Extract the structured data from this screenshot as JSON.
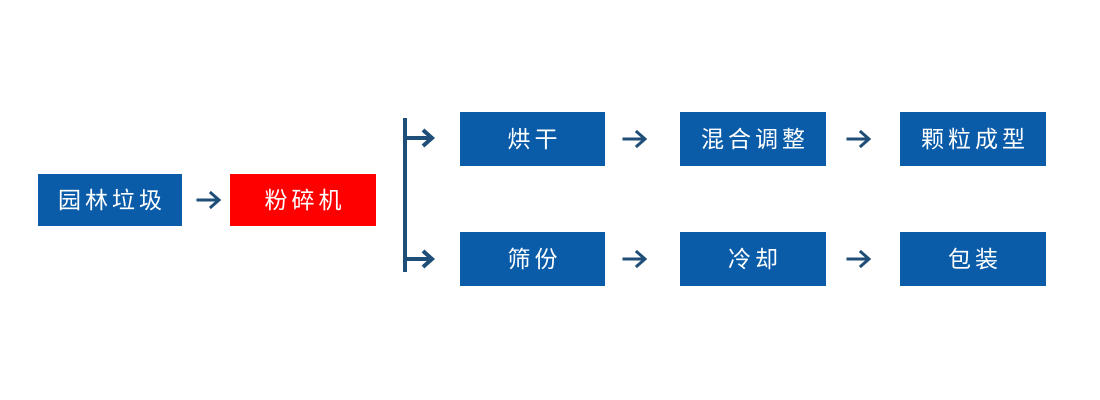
{
  "diagram": {
    "type": "process-flowchart",
    "title": "",
    "colors": {
      "box_blue": "#0B5CA8",
      "box_highlight_red": "#FF0000",
      "arrow": "#1F4E79",
      "label_text": "#FFFFFF",
      "background": "#FFFFFF"
    },
    "nodes": [
      {
        "id": "input",
        "label": "园林垃圾",
        "color": "blue",
        "row": "start",
        "order": 1
      },
      {
        "id": "crusher",
        "label": "粉碎机",
        "color": "red",
        "row": "start",
        "order": 2
      },
      {
        "id": "drying",
        "label": "烘干",
        "color": "blue",
        "row": "top",
        "order": 1
      },
      {
        "id": "mixing",
        "label": "混合调整",
        "color": "blue",
        "row": "top",
        "order": 2
      },
      {
        "id": "pelleting",
        "label": "颗粒成型",
        "color": "blue",
        "row": "top",
        "order": 3
      },
      {
        "id": "screening",
        "label": "筛份",
        "color": "blue",
        "row": "bottom",
        "order": 1
      },
      {
        "id": "cooling",
        "label": "冷却",
        "color": "blue",
        "row": "bottom",
        "order": 2
      },
      {
        "id": "packaging",
        "label": "包装",
        "color": "blue",
        "row": "bottom",
        "order": 3
      }
    ],
    "connectors": [
      {
        "id": "a-input-crusher",
        "from": "input",
        "to": "crusher",
        "kind": "arrow-right"
      },
      {
        "id": "a-split",
        "from": "crusher",
        "to": [
          "drying",
          "screening"
        ],
        "kind": "split-branch"
      },
      {
        "id": "a-drying-mixing",
        "from": "drying",
        "to": "mixing",
        "kind": "arrow-right"
      },
      {
        "id": "a-mixing-pellet",
        "from": "mixing",
        "to": "pelleting",
        "kind": "arrow-right"
      },
      {
        "id": "a-screen-cooling",
        "from": "screening",
        "to": "cooling",
        "kind": "arrow-right"
      },
      {
        "id": "a-cooling-package",
        "from": "cooling",
        "to": "packaging",
        "kind": "arrow-right"
      }
    ]
  }
}
